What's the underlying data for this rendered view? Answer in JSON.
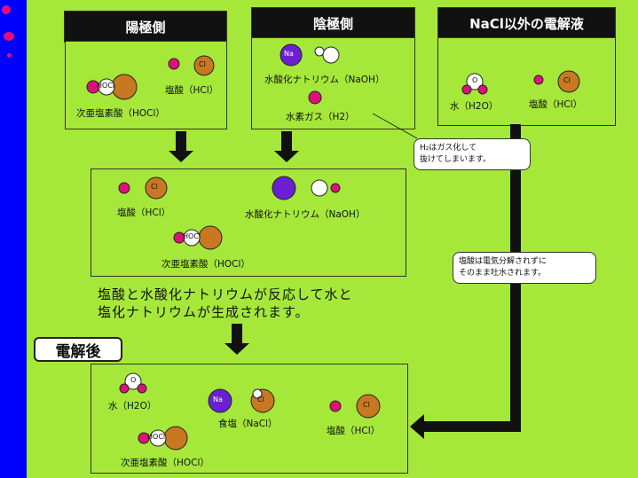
{
  "headers": {
    "anode": "陽極側",
    "cathode": "陰極側",
    "other": "NaCl以外の電解液"
  },
  "anode_panel": {
    "cl_atom": "Cl",
    "hcl": "塩酸（HCl）",
    "hocl_atom": "HOCl",
    "hocl": "次亜塩素酸（HOCl）"
  },
  "cathode_panel": {
    "na_atom": "Na",
    "naoh": "水酸化ナトリウム（NaOH）",
    "h2": "水素ガス（H2）"
  },
  "other_panel": {
    "o_atom": "O",
    "water": "水（H2O）",
    "cl_atom": "Cl",
    "hcl": "塩酸（HCl）"
  },
  "callout_h2": "H₂はガス化して\n抜けてしまいます。",
  "callout_hcl": "塩酸は電気分解されずに\nそのまま吐水されます。",
  "middle_panel": {
    "cl_atom": "Cl",
    "hcl": "塩酸（HCl）",
    "naoh": "水酸化ナトリウム（NaOH）",
    "hocl_atom": "HOCl",
    "hocl": "次亜塩素酸（HOCl）"
  },
  "reaction_text_1": "塩酸と水酸化ナトリウムが反応して水と",
  "reaction_text_2": "塩化ナトリウムが生成されます。",
  "after_tag": "電解後",
  "bottom_panel": {
    "o_atom": "O",
    "water": "水（H2O）",
    "na_atom": "Na",
    "cl_atom": "Cl",
    "salt": "食塩（NaCl）",
    "hcl": "塩酸（HCl）",
    "hocl_atom": "HOCl",
    "hocl": "次亜塩素酸（HOCl）"
  },
  "colors": {
    "background": "#a5e83a",
    "outer": "#0000ff",
    "chlorine": "#c87820",
    "hydrogen": "#e0107a",
    "sodium": "#6a1fd0",
    "oxygen": "#ffffff"
  }
}
